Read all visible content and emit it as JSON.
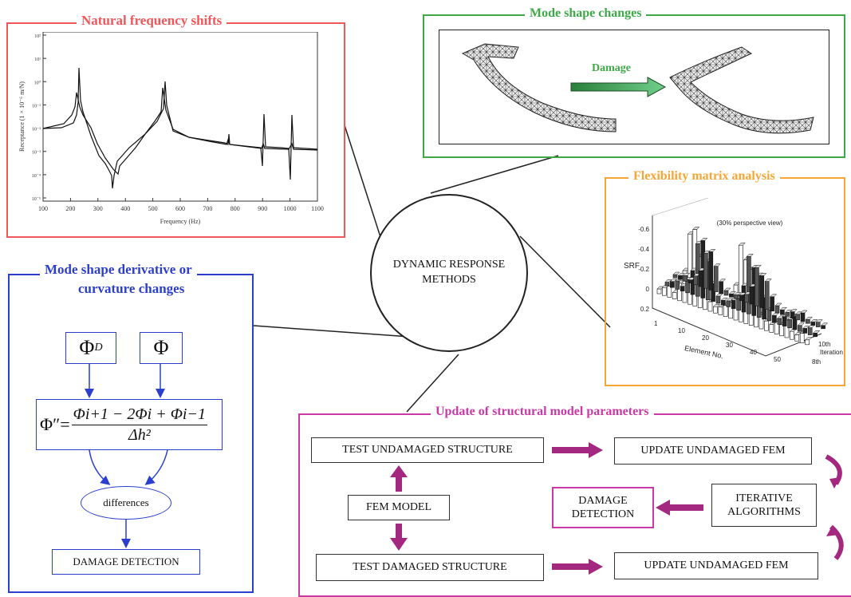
{
  "center": {
    "line1": "DYNAMIC RESPONSE",
    "line2": "METHODS"
  },
  "freq_panel": {
    "title": "Natural frequency shifts",
    "xlabel": "Frequency (Hz)",
    "ylabel": "Receptance (1 × 10⁻⁶ m/N)",
    "xticks": [
      "100",
      "200",
      "300",
      "400",
      "500",
      "600",
      "700",
      "800",
      "900",
      "1000",
      "1100"
    ],
    "yticks": [
      "10²",
      "10¹",
      "10⁰",
      "10⁻¹",
      "10⁻²",
      "10⁻³",
      "10⁻⁴",
      "10⁻⁵"
    ]
  },
  "mode_panel": {
    "title": "Mode shape changes",
    "arrow_label": "Damage"
  },
  "flex_panel": {
    "title": "Flexibility matrix analysis",
    "view_label": "(30% perspective view)",
    "zlabel": "SRF",
    "zticks": [
      "-0.6",
      "-0.4",
      "-0.2",
      "0",
      "0.2"
    ],
    "xlabel": "Element No.",
    "xticks": [
      "1",
      "10",
      "20",
      "30",
      "40",
      "50"
    ],
    "ylabel": "Iteration",
    "yticks": [
      "10th",
      "8th"
    ]
  },
  "deriv_panel": {
    "title_line1": "Mode shape derivative or",
    "title_line2": "curvature changes",
    "phi_d": "Φ",
    "phi_d_sub": "D",
    "phi": "Φ",
    "formula": {
      "lhs": "Φ″=",
      "numerator": "Φi+1 − 2Φi + Φi−1",
      "denominator": "Δh²"
    },
    "differences": "differences",
    "damage_detection": "DAMAGE DETECTION"
  },
  "update_panel": {
    "title": "Update of structural model parameters",
    "test_undamaged": "TEST UNDAMAGED STRUCTURE",
    "update_undamaged_1": "UPDATE  UNDAMAGED FEM",
    "fem_model": "FEM MODEL",
    "damage_detection": "DAMAGE DETECTION",
    "iterative": "ITERATIVE ALGORITHMS",
    "test_damaged": "TEST DAMAGED STRUCTURE",
    "update_undamaged_2": "UPDATE  UNDAMAGED FEM"
  },
  "colors": {
    "red": "#f0565a",
    "green": "#3fa94a",
    "orange": "#f7a535",
    "blue": "#2b3fcf",
    "magenta": "#c93aa6",
    "arrow_magenta": "#a4287f"
  }
}
